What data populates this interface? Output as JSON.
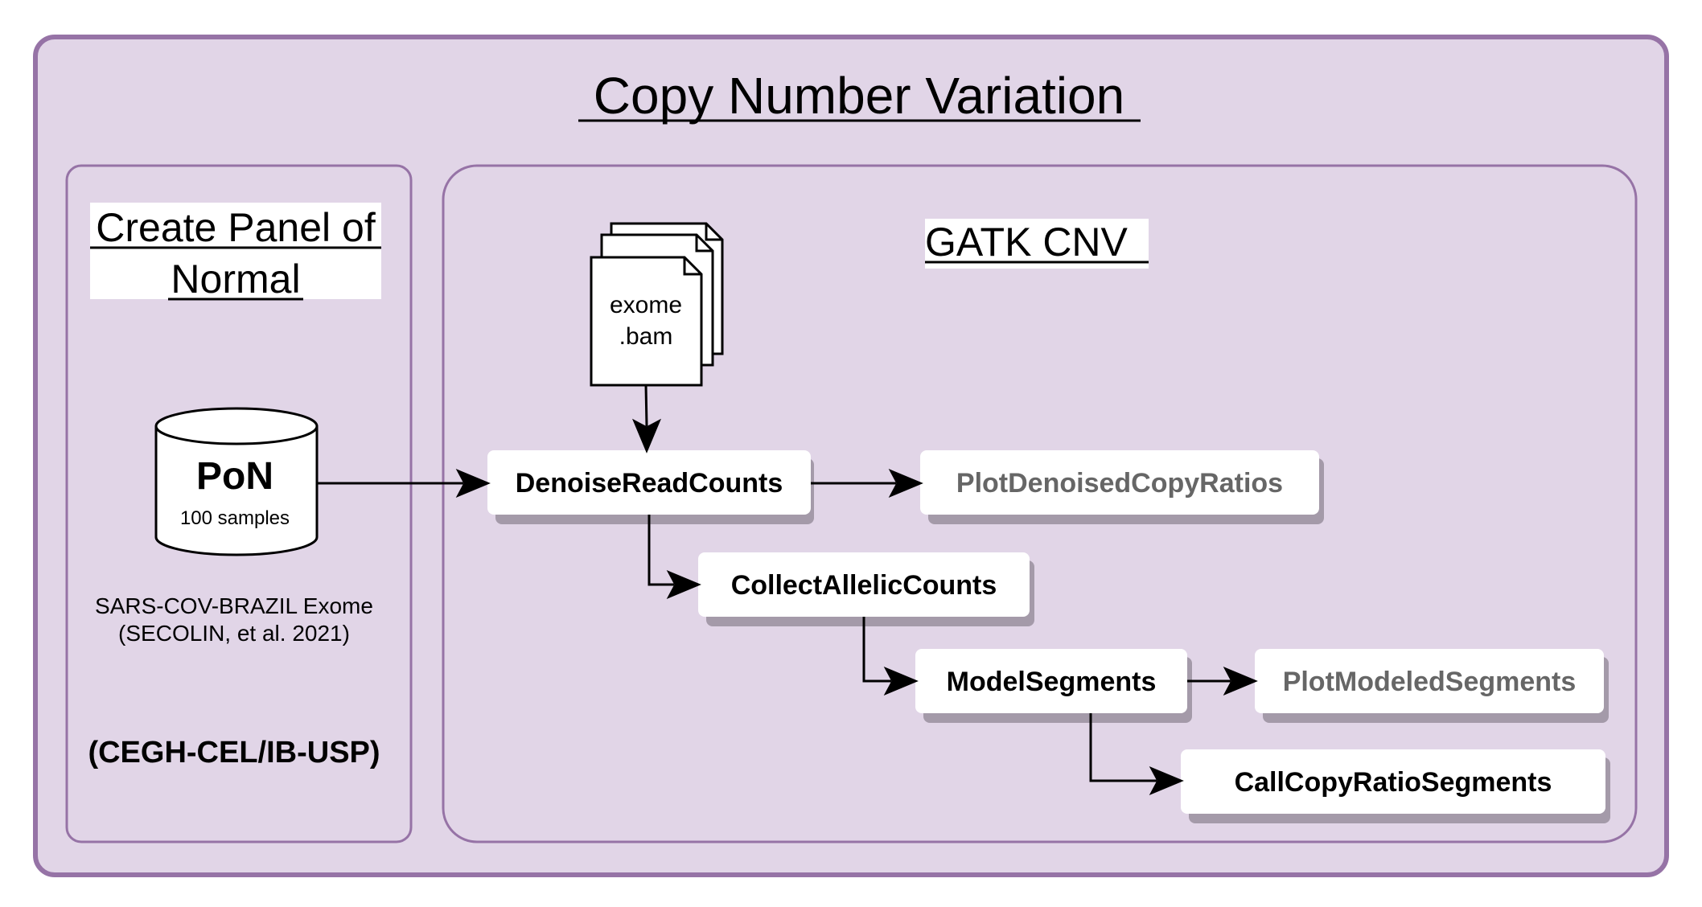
{
  "diagram": {
    "title": "Copy Number Variation",
    "colors": {
      "frame_fill": "#e1d5e7",
      "frame_stroke": "#9673a6",
      "arrow": "#000000",
      "box_fill": "#ffffff",
      "box_shadow": "#a49aa9",
      "muted_text": "#666666"
    },
    "left_panel": {
      "title_line1": "Create Panel of",
      "title_line2": "Normal",
      "database_label": "PoN",
      "database_sub": "100 samples",
      "source_line1": "SARS-COV-BRAZIL Exome",
      "source_line2": "(SECOLIN, et al. 2021)",
      "institution": "(CEGH-CEL/IB-USP)"
    },
    "right_panel": {
      "title": "GATK CNV",
      "input_doc_line1": "exome",
      "input_doc_line2": ".bam",
      "steps": {
        "denoise": "DenoiseReadCounts",
        "plot_denoised": "PlotDenoisedCopyRatios",
        "collect": "CollectAllelicCounts",
        "model": "ModelSegments",
        "plot_modeled": "PlotModeledSegments",
        "call": "CallCopyRatioSegments"
      }
    }
  }
}
